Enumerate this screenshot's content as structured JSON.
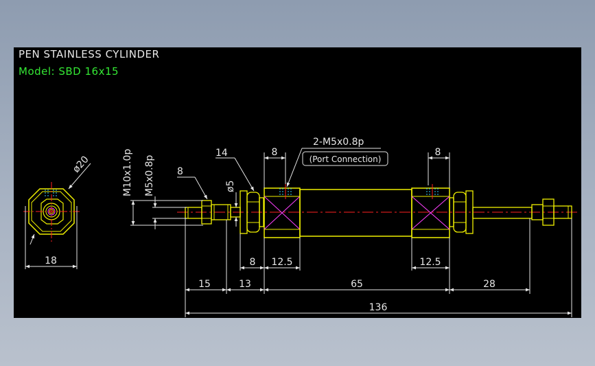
{
  "drawing": {
    "title": "PEN STAINLESS CYLINDER",
    "model": "Model: SBD 16x15",
    "colors": {
      "background": "#000000",
      "outline_yellow": "#f0f000",
      "dimension_white": "#e6e6e6",
      "centerline_red": "#ff2020",
      "hidden_cyan": "#30d0ff",
      "model_green": "#34e634",
      "hatch_magenta": "#ff40ff"
    },
    "dimensions": {
      "diameter_20": "ø20",
      "diameter_5": "ø5",
      "width_18": "18",
      "thread_rod": "M10x1.0p",
      "thread_tip": "M5x0.8p",
      "nut_8": "8",
      "flange_14": "14",
      "top_left_8": "8",
      "top_right_8": "8",
      "ports": "2-M5x0.8p",
      "port_note": "(Port Connection)",
      "bottom_8": "8",
      "left_12_5": "12.5",
      "right_12_5": "12.5",
      "len_15": "15",
      "len_13": "13",
      "len_65": "65",
      "len_28": "28",
      "total_136": "136"
    }
  }
}
